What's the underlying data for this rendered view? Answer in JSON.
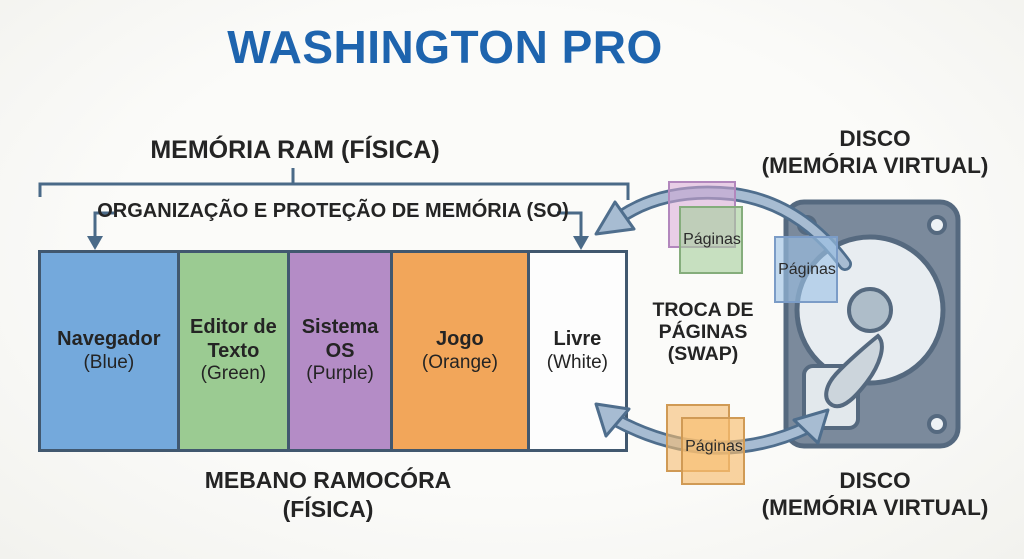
{
  "title": "WASHINGTON PRO",
  "colors": {
    "title_blue": "#1e64ae",
    "connector_steel": "#4a6a88",
    "arrow_fill": "#a7bcd2",
    "arrow_outline": "#4f6e8d",
    "ram_border": "#41586f",
    "segment_blue": "#74a9dc",
    "segment_green": "#9bcb92",
    "segment_purple": "#b48cc6",
    "segment_orange": "#f2a65a",
    "segment_white": "#fdfdfd",
    "page_pink": "rgba(216,170,215,0.55)",
    "page_green": "rgba(167,207,156,0.62)",
    "page_blue": "rgba(157,193,229,0.62)",
    "page_orange": "rgba(247,189,112,0.66)",
    "disk_body": "#7b8a9c",
    "disk_platter": "#e8edf1",
    "disk_hub": "#aebdc9"
  },
  "ram": {
    "header": "MEMÓRIA RAM (FÍSICA)",
    "os_label": "ORGANIZAÇÃO E PROTEÇÃO DE MEMÓRIA (SO)",
    "segments": [
      {
        "name": "Navegador",
        "color_label": "(Blue)"
      },
      {
        "name": "Editor de Texto",
        "color_label": "(Green)"
      },
      {
        "name": "Sistema OS",
        "color_label": "(Purple)"
      },
      {
        "name": "Jogo",
        "color_label": "(Orange)"
      },
      {
        "name": "Livre",
        "color_label": "(White)"
      }
    ],
    "footer_line1": "MEBANO RAMOCÓRA",
    "footer_line2": "(FÍSICA)"
  },
  "swap": {
    "line1": "TROCA DE",
    "line2": "PÁGINAS",
    "line3": "(SWAP)",
    "pages_label": "Páginas"
  },
  "disk_top": {
    "line1": "DISCO",
    "line2": "(MEMÓRIA VIRTUAL)"
  },
  "disk_bottom": {
    "line1": "DISCO",
    "line2": "(MEMÓRIA VIRTUAL)"
  }
}
